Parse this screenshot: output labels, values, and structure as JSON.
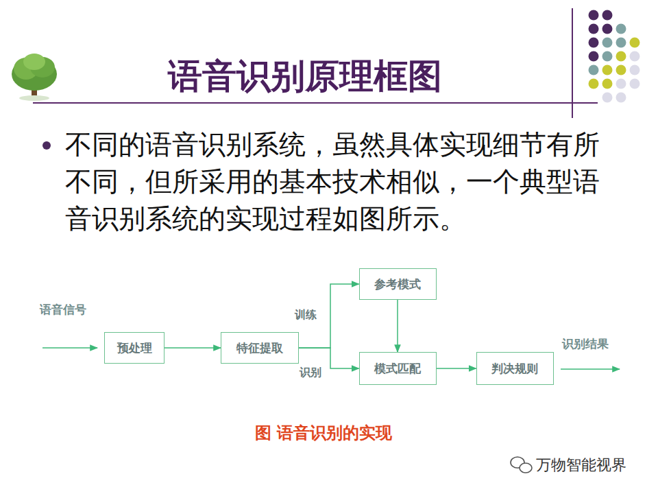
{
  "diagram": {
    "title": "语音识别原理框图",
    "caption": "图 语音识别的实现",
    "nodes": [
      {
        "text": [
          "预处理"
        ]
      },
      {
        "text": [
          "特征提取"
        ]
      },
      {
        "text": [
          "参考模式"
        ]
      },
      {
        "text": [
          "模式匹配"
        ]
      },
      {
        "text": [
          "判决规则"
        ]
      }
    ],
    "edges": [
      {
        "from": 0,
        "to": 1,
        "arrow": "to"
      },
      {
        "from": 1,
        "to": 2,
        "label": "训练",
        "arrow": "to"
      },
      {
        "from": 1,
        "to": 3,
        "label": "识别",
        "arrow": "to"
      },
      {
        "from": 2,
        "to": 3,
        "arrow": "to"
      },
      {
        "from": 3,
        "to": 4,
        "arrow": "to"
      }
    ],
    "labels": [
      "不同的语音识别系统，虽然具体实现细节有所不同，但所采用的基本技术相似，一个典型语音识别系统的实现过程如图所示。",
      "语音信号",
      "识别结果",
      "万物智能视界"
    ]
  }
}
